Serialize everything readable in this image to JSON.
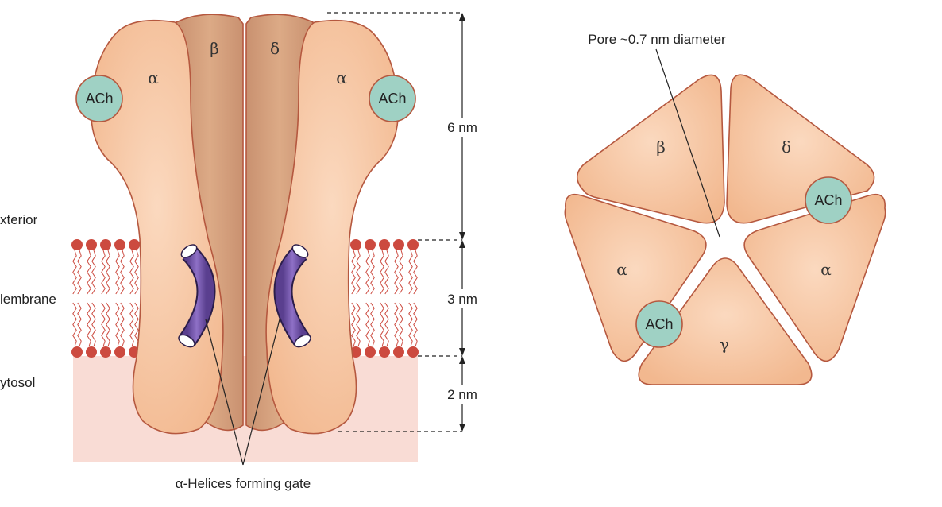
{
  "side_view": {
    "subunits": {
      "alpha_left": "α",
      "beta": "β",
      "delta": "δ",
      "alpha_right": "α"
    },
    "ach_left": "ACh",
    "ach_right": "ACh",
    "labels": {
      "exterior": "xterior",
      "membrane": "lembrane",
      "cytosol": "ytosol"
    },
    "dimensions": {
      "top": "6 nm",
      "middle": "3 nm",
      "bottom": "2 nm"
    },
    "helices_label": "α-Helices forming gate"
  },
  "top_view": {
    "pore_label": "Pore ~0.7 nm diameter",
    "subunits": {
      "beta": "β",
      "delta": "δ",
      "alpha_left": "α",
      "alpha_right": "α",
      "gamma": "γ"
    },
    "ach_top": "ACh",
    "ach_bottom": "ACh"
  },
  "colors": {
    "subunit_light": "#f5c29e",
    "subunit_dark": "#cf9a78",
    "outline": "#b5583f",
    "ach_fill": "#9fd1c4",
    "lipid_head": "#cc4a3f",
    "cytosol": "#f9dcd5",
    "helix": "#7c5db0"
  }
}
